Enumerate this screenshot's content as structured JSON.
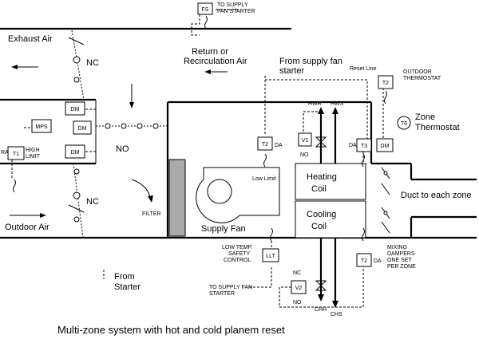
{
  "caption": "Multi-zone system with hot and cold planem reset",
  "labels": {
    "exhaust_air": "Exhaust Air",
    "outdoor_air": "Outdoor Air",
    "return_air": "Return or",
    "recirc_air": "Recirculation Air",
    "from_supply_fan_1": "From supply fan",
    "from_supply_fan_2": "starter",
    "to_supply_fan_top_1": "TO SUPPLY",
    "to_supply_fan_top_2": "FAN STARTER",
    "reset_line": "Reset Line",
    "outdoor_thermostat_1": "OUTDOOR",
    "outdoor_thermostat_2": "THERMOSTAT",
    "zone_thermostat_1": "Zone",
    "zone_thermostat_2": "Thermostat",
    "nc_top": "NC",
    "nc_bottom": "NC",
    "no_mid": "NO",
    "no_v1": "NO",
    "nc_v2": "NC",
    "no_v2": "NO",
    "high_limit_1": "HIGH",
    "high_limit_2": "LIMIT",
    "ra": "RA",
    "filter": "FILTER",
    "supply_fan": "Supply Fan",
    "low_limit": "Low Limit",
    "heating_coil_1": "Heating",
    "heating_coil_2": "Coil",
    "cooling_coil_1": "Cooling",
    "cooling_coil_2": "Coil",
    "duct_to_zone": "Duct to each zone",
    "hwr": "HWR",
    "hws": "HWS",
    "chr": "CHR",
    "chs": "CHS",
    "da_t2": "DA",
    "da_t3": "DA",
    "da_t2b": "DA",
    "low_temp_1": "LOW TEMP.",
    "low_temp_2": "SAFETY",
    "low_temp_3": "CONTROL",
    "to_supply_fan_bottom_1": "TO SUPPLY FAN",
    "to_supply_fan_bottom_2": "STARTER",
    "from_starter_1": "From",
    "from_starter_2": "Starter",
    "mixing_1": "MIXING",
    "mixing_2": "DAMPERS",
    "mixing_3": "ONE SET",
    "mixing_4": "PER ZONE"
  },
  "devices": {
    "fs": "FS",
    "dm1": "DM",
    "dm2": "DM",
    "dm3": "DM",
    "dm4": "DM",
    "mps": "MPS",
    "t1": "T1",
    "t2_da": "T2",
    "t2_out": "T2",
    "t3": "T3",
    "t6": "T6",
    "v1": "V1",
    "v2": "V2",
    "llt": "LLT",
    "t2_bottom": "T2"
  }
}
